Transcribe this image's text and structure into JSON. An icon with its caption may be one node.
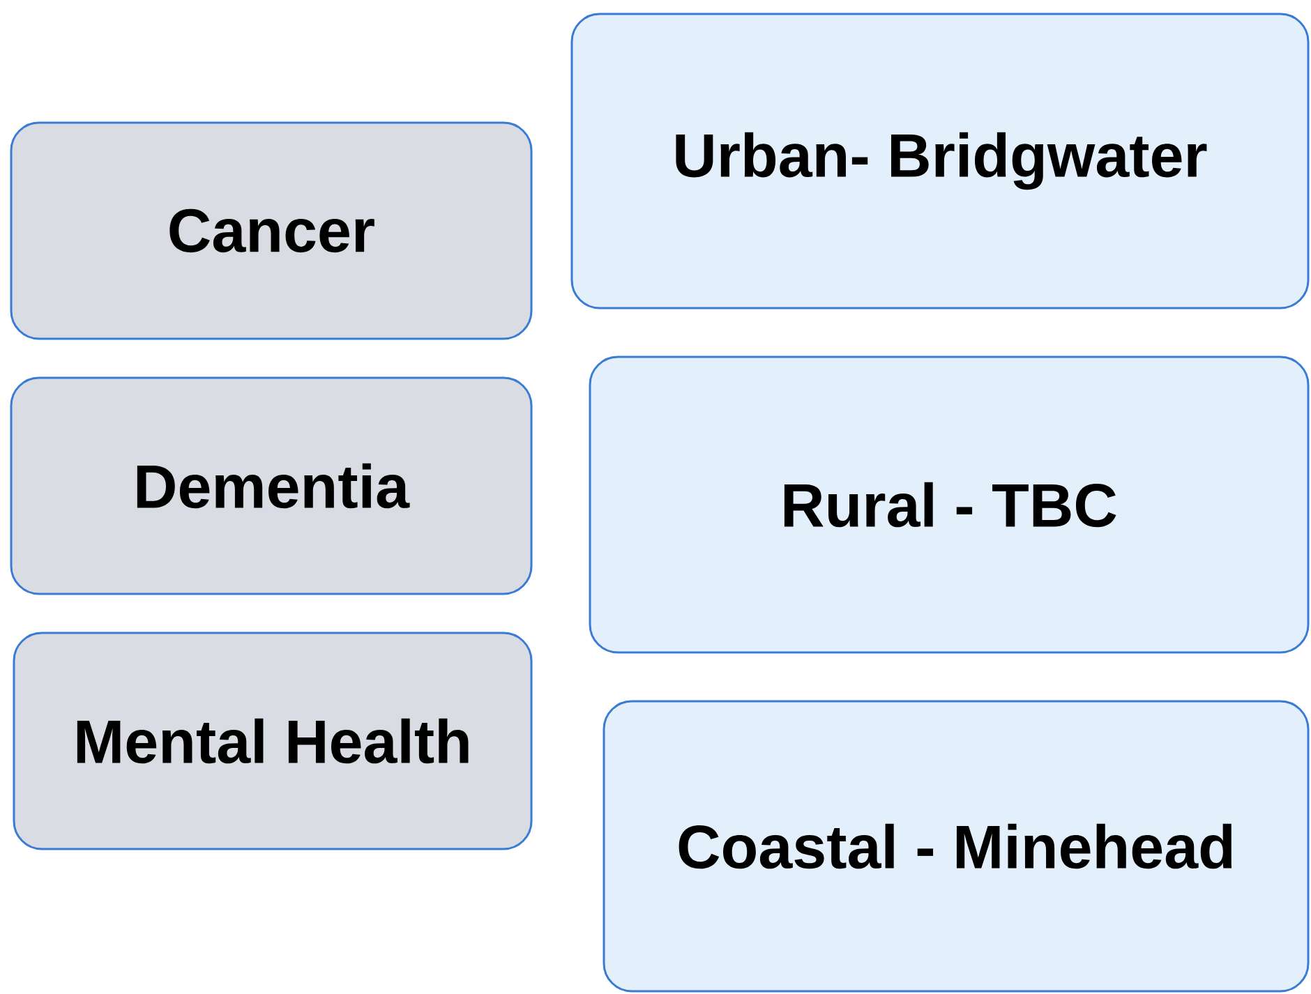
{
  "diagram": {
    "nodes": [
      {
        "text": [
          "Cancer"
        ]
      },
      {
        "text": [
          "Dementia"
        ]
      },
      {
        "text": [
          "Mental Health"
        ]
      },
      {
        "text": [
          "Urban- Bridgwater"
        ]
      },
      {
        "text": [
          "Rural - TBC"
        ]
      },
      {
        "text": [
          "Coastal - Minehead"
        ]
      }
    ]
  }
}
